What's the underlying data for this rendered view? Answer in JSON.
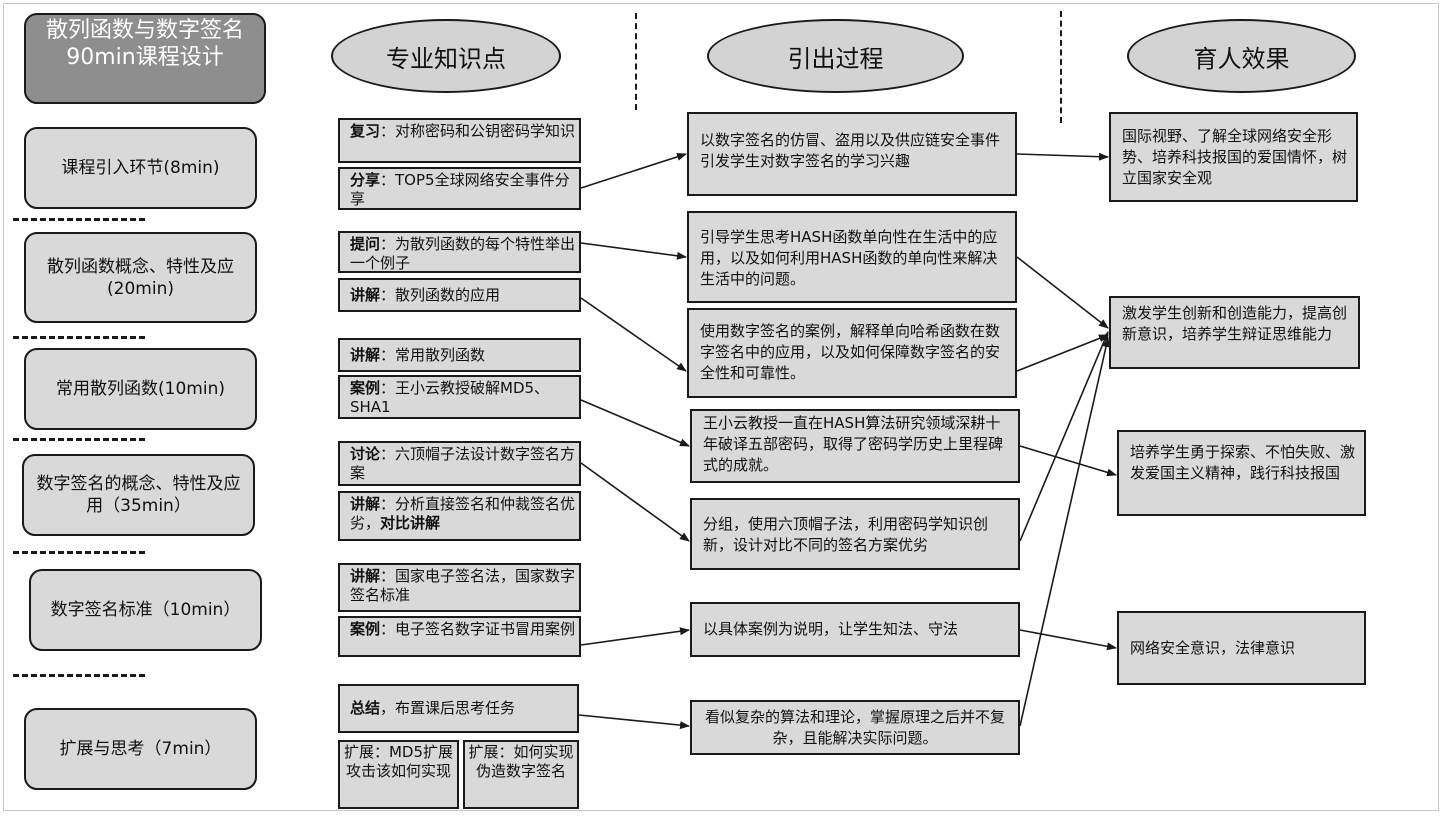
{
  "title": {
    "line1": "散列函数与数字签名",
    "line2": "90min课程设计"
  },
  "headers": {
    "knowledge": "专业知识点",
    "process": "引出过程",
    "effect": "育人效果"
  },
  "stages": [
    "课程引入环节(8min)",
    "散列函数概念、特性及应(20min)",
    "常用散列函数(10min)",
    "数字签名的概念、特性及应用（35min）",
    "数字签名标准（10min）",
    "扩展与思考（7min）"
  ],
  "knowledge_points": [
    {
      "tag": "复习",
      "text": "：对称密码和公钥密码学知识"
    },
    {
      "tag": "分享",
      "text": "：TOP5全球网络安全事件分享"
    },
    {
      "tag": "提问",
      "text": "：为散列函数的每个特性举出一个例子"
    },
    {
      "tag": "讲解",
      "text": "：散列函数的应用"
    },
    {
      "tag": "讲解",
      "text": "：常用散列函数"
    },
    {
      "tag": "案例",
      "text": "：王小云教授破解MD5、SHA1"
    },
    {
      "tag": "讨论",
      "text": "：六顶帽子法设计数字签名方案"
    },
    {
      "tag": "讲解",
      "text": "：分析直接签名和仲裁签名优劣，",
      "tail": "对比讲解"
    },
    {
      "tag": "讲解",
      "text": "：国家电子签名法，国家数字签名标准"
    },
    {
      "tag": "案例",
      "text": "：电子签名数字证书冒用案例"
    },
    {
      "tag": "总结",
      "text": "，布置课后思考任务"
    },
    {
      "tag": "",
      "text": "扩展：MD5扩展攻击该如何实现"
    },
    {
      "tag": "",
      "text": "扩展：如何实现伪造数字签名"
    }
  ],
  "processes": [
    "以数字签名的仿冒、盗用以及供应链安全事件引发学生对数字签名的学习兴趣",
    "引导学生思考HASH函数单向性在生活中的应用，以及如何利用HASH函数的单向性来解决生活中的问题。",
    "使用数字签名的案例，解释单向哈希函数在数字签名中的应用，以及如何保障数字签名的安全性和可靠性。",
    "王小云教授一直在HASH算法研究领域深耕十年破译五部密码，取得了密码学历史上里程碑式的成就。",
    "分组，使用六顶帽子法，利用密码学知识创新，设计对比不同的签名方案优劣",
    "以具体案例为说明，让学生知法、守法",
    "看似复杂的算法和理论，掌握原理之后并不复杂，且能解决实际问题。"
  ],
  "effects": [
    "国际视野、了解全球网络安全形势、培养科技报国的爱国情怀，树立国家安全观",
    "激发学生创新和创造能力，提高创新意识，培养学生辩证思维能力",
    "培养学生勇于探索、不怕失败、激发爱国主义精神，践行科技报国",
    "网络安全意识，法律意识"
  ]
}
